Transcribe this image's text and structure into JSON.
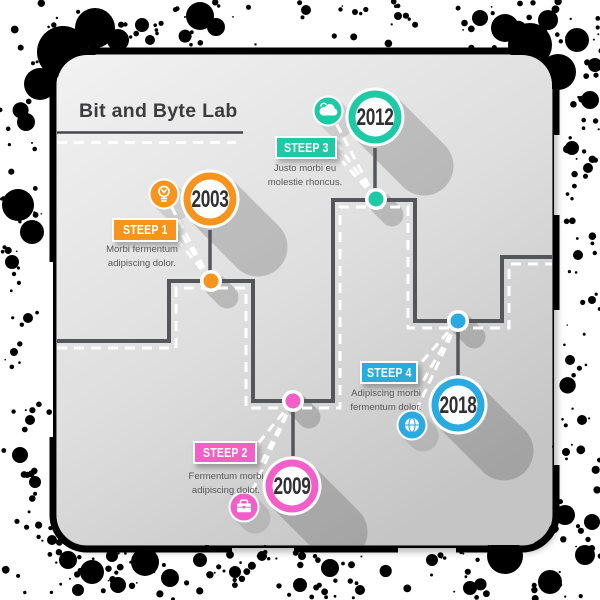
{
  "title": "Bit and Byte Lab",
  "colors": {
    "orange": "#F7941E",
    "pink": "#F25FC9",
    "teal": "#1EC9A5",
    "blue": "#29ABE2",
    "line": "#55565A",
    "underline": "#47474A",
    "splatter": "#000000",
    "card_top": "#F2F2F2",
    "card_bottom": "#C5C5C5"
  },
  "steps": [
    {
      "label": "STEEP 1",
      "year": "2003",
      "color": "#F7941E",
      "icon": "lightbulb-icon",
      "desc_line1": "Morbi fermentum",
      "desc_line2": "adipiscing dolor."
    },
    {
      "label": "STEEP 2",
      "year": "2009",
      "color": "#F25FC9",
      "icon": "briefcase-icon",
      "desc_line1": "Fermentum  morbi",
      "desc_line2": "adipiscing dolot."
    },
    {
      "label": "STEEP 3",
      "year": "2012",
      "color": "#1EC9A5",
      "icon": "cloud-icon",
      "desc_line1": "Justo morbi eu",
      "desc_line2": "molestie rhoncus."
    },
    {
      "label": "STEEP 4",
      "year": "2018",
      "color": "#29ABE2",
      "icon": "globe-icon",
      "desc_line1": "Adipiscing morbi",
      "desc_line2": "fermentum  dolor."
    }
  ]
}
